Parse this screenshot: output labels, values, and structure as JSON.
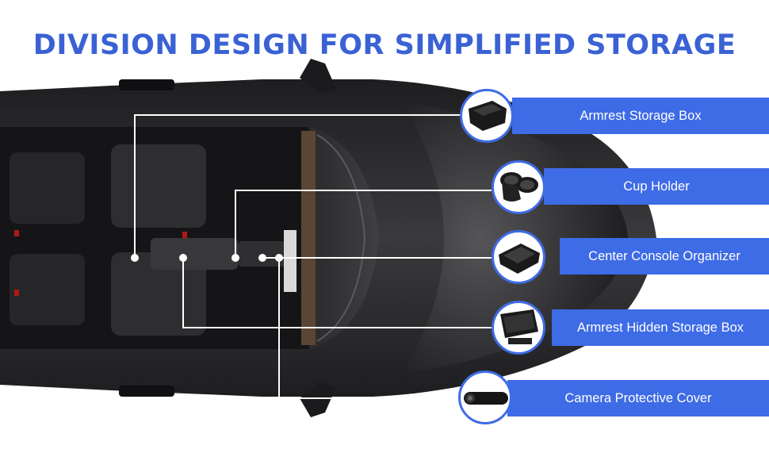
{
  "title": "DIVISION DESIGN FOR SIMPLIFIED STORAGE",
  "colors": {
    "title": "#3a62d4",
    "label_bar": "#3e6be6",
    "car_body": "#2b2b2d",
    "connector": "#ffffff"
  },
  "products": [
    {
      "label": "Armrest Storage Box",
      "icon": "armrest-storage-box-icon"
    },
    {
      "label": "Cup Holder",
      "icon": "cup-holder-icon"
    },
    {
      "label": "Center Console Organizer",
      "icon": "center-console-organizer-icon"
    },
    {
      "label": "Armrest Hidden Storage Box",
      "icon": "armrest-hidden-storage-box-icon"
    },
    {
      "label": "Camera Protective Cover",
      "icon": "camera-protective-cover-icon"
    }
  ]
}
